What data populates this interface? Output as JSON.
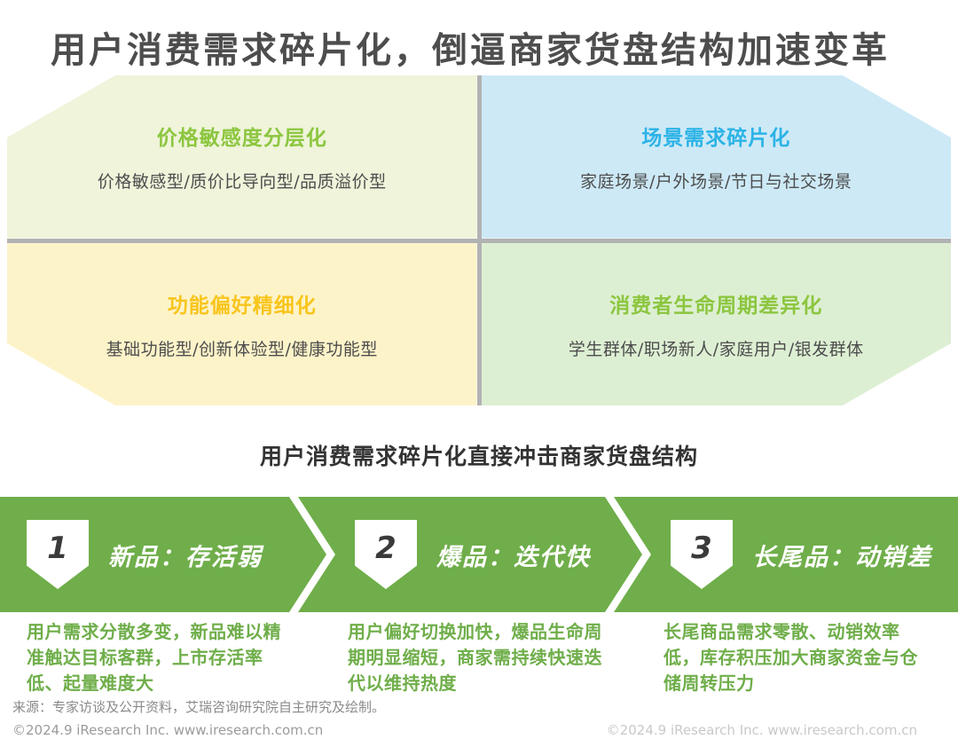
{
  "page": {
    "title": "用户消费需求碎片化，倒逼商家货盘结构加速变革",
    "section_heading": "用户消费需求碎片化直接冲击商家货盘结构"
  },
  "quadrants": [
    {
      "title": "价格敏感度分层化",
      "subtitle": "价格敏感型/质价比导向型/品质溢价型",
      "title_color": "#8cc63f",
      "bg_color": "#eff4da"
    },
    {
      "title": "场景需求碎片化",
      "subtitle": "家庭场景/户外场景/节日与社交场景",
      "title_color": "#2bb3e6",
      "bg_color": "#cde9f6"
    },
    {
      "title": "功能偏好精细化",
      "subtitle": "基础功能型/创新体验型/健康功能型",
      "title_color": "#f8c51c",
      "bg_color": "#fdf3c9"
    },
    {
      "title": "消费者生命周期差异化",
      "subtitle": "学生群体/职场新人/家庭用户/银发群体",
      "title_color": "#8cc63f",
      "bg_color": "#ddefd3"
    }
  ],
  "banner": {
    "color": "#6fae4a",
    "items": [
      {
        "number": "1",
        "label": "新品：存活弱",
        "description": "用户需求分散多变，新品难以精准触达目标客群，上市存活率低、起量难度大"
      },
      {
        "number": "2",
        "label": "爆品：迭代快",
        "description": "用户偏好切换加快，爆品生命周期明显缩短，商家需持续快速迭代以维持热度"
      },
      {
        "number": "3",
        "label": "长尾品：动销差",
        "description": "长尾商品需求零散、动销效率低，库存积压加大商家资金与仓储周转压力"
      }
    ]
  },
  "footer": {
    "source": "来源：专家访谈及公开资料，艾瑞咨询研究院自主研究及绘制。",
    "copyright": "©2024.9 iResearch Inc. www.iresearch.com.cn",
    "watermark": "©2024.9 iResearch Inc. www.iresearch.com.cn"
  },
  "colors": {
    "divider_gray": "#b2b2b2",
    "title_text": "#4d4d4d"
  }
}
